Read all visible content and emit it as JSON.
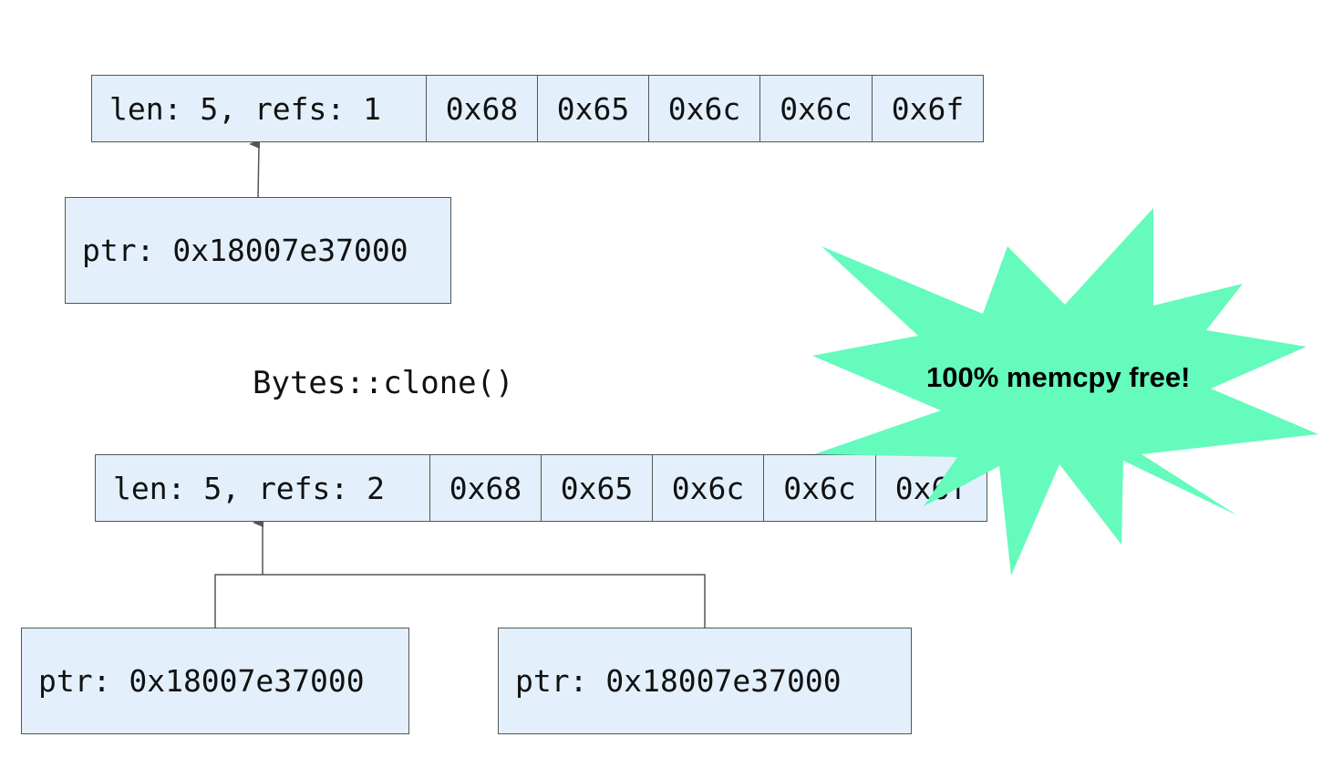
{
  "top_buffer": {
    "header": "len: 5, refs: 1",
    "bytes": [
      "0x68",
      "0x65",
      "0x6c",
      "0x6c",
      "0x6f"
    ]
  },
  "top_pointer": {
    "label": "ptr: 0x18007e37000"
  },
  "operation": {
    "label": "Bytes::clone()"
  },
  "bottom_buffer": {
    "header": "len: 5, refs: 2",
    "bytes": [
      "0x68",
      "0x65",
      "0x6c",
      "0x6c",
      "0x6f"
    ]
  },
  "bottom_pointers": [
    {
      "label": "ptr: 0x18007e37000"
    },
    {
      "label": "ptr: 0x18007e37000"
    }
  ],
  "callout": {
    "text": "100% memcpy free!",
    "color": "#64fbbd"
  },
  "colors": {
    "cell_fill": "#e3f0fb",
    "border": "#555555"
  }
}
